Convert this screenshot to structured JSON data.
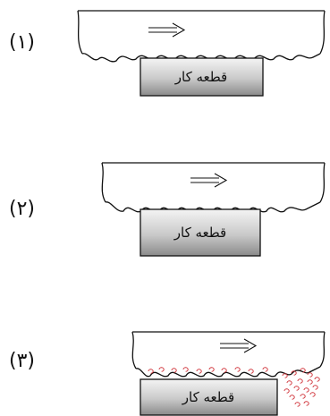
{
  "diagrams": [
    {
      "number": "(۱)",
      "workpiece_label": "قطعه کار",
      "chips": false
    },
    {
      "number": "(۲)",
      "workpiece_label": "قطعه کار",
      "chips": false
    },
    {
      "number": "(۳)",
      "workpiece_label": "قطعه کار",
      "chips": true
    }
  ],
  "colors": {
    "line": "#111111",
    "workpiece_light": "#f2f2f2",
    "workpiece_dark": "#8a8a8a",
    "chip": "#d0343b"
  }
}
